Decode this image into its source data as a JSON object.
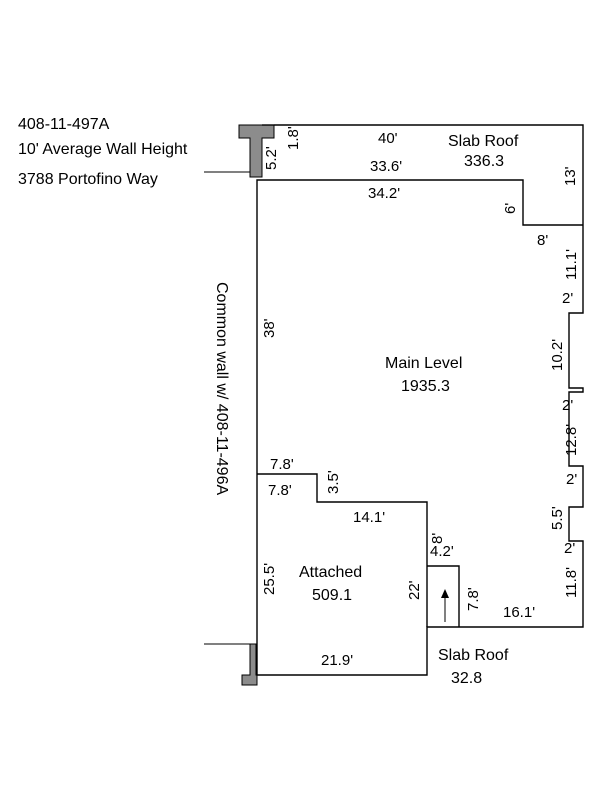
{
  "header": {
    "parcel_id": "408-11-497A",
    "wall_height": "10' Average Wall Height",
    "address": "3788 Portofino Way"
  },
  "side_label": "Common wall w/ 408-11-496A",
  "areas": {
    "slab_roof_top_name": "Slab Roof",
    "slab_roof_top_value": "336.3",
    "main_name": "Main Level",
    "main_value": "1935.3",
    "attached_name": "Attached",
    "attached_value": "509.1",
    "slab_roof_bottom_name": "Slab Roof",
    "slab_roof_bottom_value": "32.8"
  },
  "dimensions": {
    "top_40": "40'",
    "top_left_1_8": "1.8'",
    "top_left_5_2": "5.2'",
    "inner_33_6": "33.6'",
    "inner_34_2": "34.2'",
    "right_13": "13'",
    "step_6": "6'",
    "step_8": "8'",
    "right_11_1": "11.1'",
    "notch_2a": "2'",
    "right_10_2": "10.2'",
    "notch_2b": "2'",
    "right_12_8": "12.8'",
    "notch_2c": "2'",
    "right_5_5": "5.5'",
    "notch_2d": "2'",
    "right_11_8": "11.8'",
    "bottom_16_1": "16.1'",
    "left_38": "38'",
    "step_7_8_top": "7.8'",
    "step_7_8_bottom": "7.8'",
    "step_3_5": "3.5'",
    "step_14_1": "14.1'",
    "small_8": "8'",
    "small_4_2": "4.2'",
    "small_7_8": "7.8'",
    "attached_22": "22'",
    "left_25_5": "25.5'",
    "bottom_21_9": "21.9'"
  }
}
